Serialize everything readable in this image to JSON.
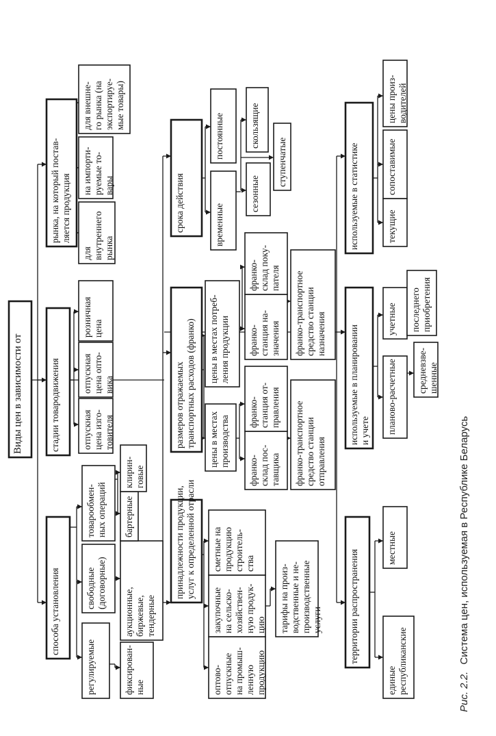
{
  "root": "Виды цен в зависимости от",
  "branches": {
    "establishment": {
      "label": "способа установления",
      "regulated": "регулируемые",
      "fixed": "фиксирован-|ные",
      "free": "свободные|(договорные)",
      "auction": "аукционные,|биржевые,|тендерные",
      "barter_ops": "товарообмен-|ных операций",
      "barter": "бартерные",
      "clearing": "клирин-|говые"
    },
    "distribution": {
      "label": "стадии товародвижения",
      "manufacturer": "отпускная|цена изго-|товителя",
      "wholesale": "отпускная|цена опто-|вика",
      "retail": "розничная|цена"
    },
    "market": {
      "label": "рынка, на который постав-|ляется продукция",
      "domestic": "для|внутреннего|рынка",
      "import": "на импорти-|руемые то-|вары",
      "export": "для внешне-|го рынка (на|экспортируе-|мые товары)"
    },
    "industry": {
      "label": "принадлежности продукции,|услуг к определенной отрасли",
      "industrial": "оптово-|отпускные|на промыш-|ленную|продукцию",
      "agricultural": "закупочные|на сельско-|хозяйствен-|ную продук-|цию",
      "construction": "сметные на|продукцию|строитель-|ства",
      "tariffs": "тарифы на произ-|водственные и не-|производственные|услуги"
    },
    "transport": {
      "label": "размеров отражаемых|транспортных расходов (франко)",
      "production_places": "цены в местах|производства",
      "supplier_warehouse": "франко-|склад пос-|тавщика",
      "departure_station": "франко-|станция от-|правления",
      "departure_vehicle": "франко-транспортное|средство станции|отправления",
      "consumption_places": "цены в местах потреб-|ления продукции",
      "destination_station": "франко-|станция на-|значения",
      "buyer_warehouse": "франко-|склад поку-|пателя",
      "destination_vehicle": "франко-транспортное|средство станции|назначения"
    },
    "validity": {
      "label": "срока действия",
      "temporary": "временные",
      "permanent": "постоянные",
      "seasonal": "сезонные",
      "stepped": "ступенчатые",
      "sliding": "скользящие"
    },
    "territory": {
      "label": "территории распространения",
      "unified": "единые|республиканские",
      "local": "местные"
    },
    "planning": {
      "label": "используемые в планировании|и учете",
      "planning_calc": "планово-расчетные",
      "weighted_avg": "средневзве-|шенные",
      "accounting": "учетные",
      "last_purchase": "последнего|приобретения"
    },
    "statistics": {
      "label": "используемые в статистике",
      "current": "текущие",
      "comparable": "сопоставимые",
      "producer": "цены произ-|водителей"
    }
  },
  "caption": {
    "prefix": "Рис. 2.2.",
    "text": "Система цен, используемая в Республике Беларусь"
  }
}
